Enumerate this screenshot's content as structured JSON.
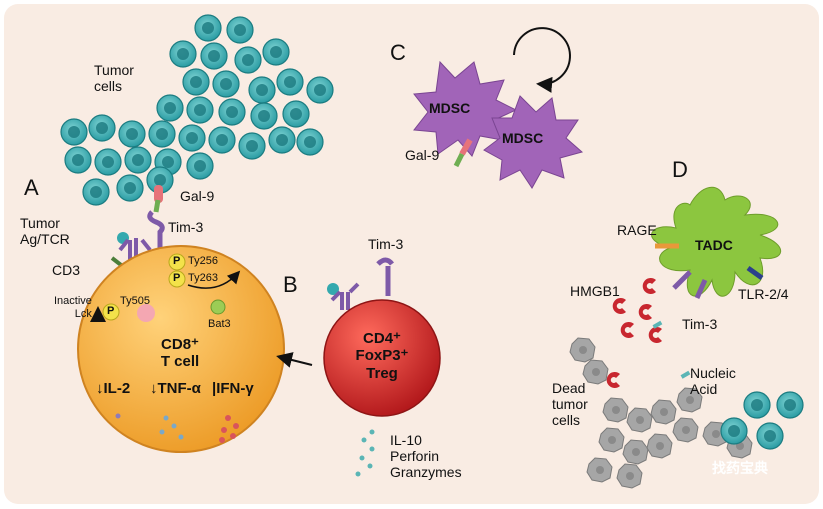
{
  "colors": {
    "background": "#f9ece3",
    "tumor_cell": "#34a9ae",
    "tumor_core": "#1f7d83",
    "cd8_cell": "#f4a93a",
    "treg_cell": "#d02c2c",
    "mdsc": "#a164b8",
    "tadc": "#8cc63f",
    "dead_cell": "#9c9c9c",
    "tim3": "#7e5aa8",
    "gal9": "#e7737a",
    "hmgb1": "#c8272f",
    "phosphate": "#f3e24a"
  },
  "labels": {
    "panel_a": "A",
    "panel_b": "B",
    "panel_c": "C",
    "panel_d": "D",
    "tumor_cells": [
      "Tumor",
      "cells"
    ],
    "gal9_a": "Gal-9",
    "tim3_a": "Tim-3",
    "tumor_ag_tcr": [
      "Tumor",
      "Ag/TCR"
    ],
    "cd3": "CD3",
    "phospho_p1": "P",
    "phospho_p2": "P",
    "phospho_p3": "P",
    "ty256": "Ty256",
    "ty263": "Ty263",
    "ty505": "Ty505",
    "inactive_lck": [
      "Inactive",
      "Lck"
    ],
    "bat3": "Bat3",
    "cd8_cell": [
      "CD8⁺",
      "T cell"
    ],
    "il2": "IL-2",
    "tnfa": "TNF-α",
    "ifng": "IFN-γ",
    "tim3_b": "Tim-3",
    "treg": [
      "CD4⁺",
      "FoxP3⁺",
      "Treg"
    ],
    "treg_products": [
      "IL-10",
      "Perforin",
      "Granzymes"
    ],
    "mdsc1": "MDSC",
    "mdsc2": "MDSC",
    "gal9_c": "Gal-9",
    "rage": "RAGE",
    "tadc": "TADC",
    "tlr": "TLR-2/4",
    "hmgb1": "HMGB1",
    "tim3_d": "Tim-3",
    "nucleic_acid": [
      "Nucleic",
      "Acid"
    ],
    "dead_tumor_cells": [
      "Dead",
      "tumor",
      "cells"
    ],
    "watermark": "找药宝典"
  }
}
